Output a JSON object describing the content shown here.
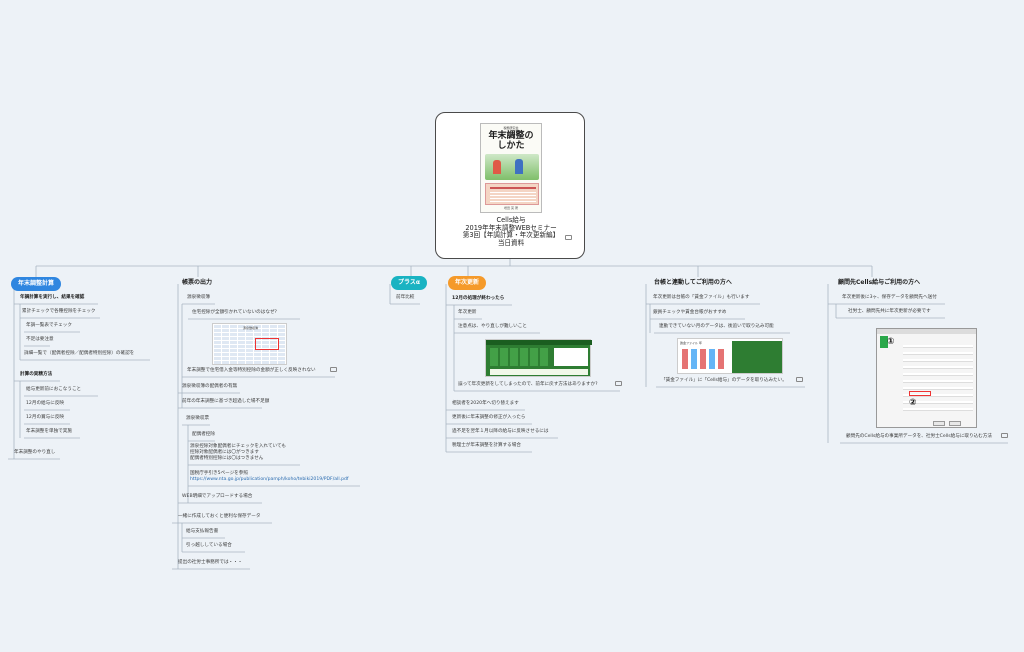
{
  "colors": {
    "blue": "#2f86e0",
    "teal": "#19b3c2",
    "orange": "#f59a2a",
    "line": "#a9b4c2",
    "background": "#edf2f7"
  },
  "root": {
    "book_publisher": "税務研究会",
    "book_title": "年末調整の\nしかた",
    "book_author": "増田 英 著",
    "title": "Cells給与\n2019年年末調整WEBセミナー\n第3回【年調計算・年次更新編】\n当日資料"
  },
  "branches": {
    "nenmatsu": {
      "label": "年末調整計算",
      "children": [
        "年調計算を実行し、結果を確認",
        "累計チェックで各種控除をチェック",
        "年調一覧表でチェック",
        "不足は要注意",
        "詳細一覧で（配偶者控除／配偶者特別控除）の確認を",
        "計算の実精方法",
        "給与更新前におこなうこと",
        "12月の給与に反映",
        "12月の賞与に反映",
        "年末調整を単独で実施",
        "年末調整のやり直し"
      ]
    },
    "chohyo": {
      "label": "帳票の出力",
      "children": [
        "源泉徴収簿",
        "住宅控除が全額引かれていないのはなぜ?",
        "年末調整で住宅借入金等特別控除の金額が正しく反映されない",
        "源泉徴収簿の配偶者の有無",
        "前年の年末調整に基づき超過した場不足額",
        "源泉徴収票",
        "配偶者控除",
        "源泉控除対象配偶者にチェックを入れていても",
        "控除対象配偶者には〇がつきます",
        "配偶者特別控除には〇はつきません",
        "国税庁手引き5ページを参照",
        "https://www.nta.go.jp/publication/pamph/koho/tebiki2019/PDF/all.pdf",
        "WEB明細でアップロードする場合",
        "一緒に作成しておくと便利な保存データ",
        "給与支払報告書",
        "引っ越ししている場合",
        "提出の社労士事務所では・・・"
      ]
    },
    "plus": {
      "label": "プラスα",
      "children": [
        "前年比較"
      ]
    },
    "nenji": {
      "label": "年次更新",
      "children": [
        "12月の処理が終わったら",
        "年次更新",
        "注意点は、やり直しが難しいこと",
        "誤って年次更新をしてしまったので、前年に戻す方法はありますか?",
        "相談者を2020年へ切り替えます",
        "更新後に年末調整の修正が入ったら",
        "過不足を翌年１月以降の給与に反映させるには",
        "税理士が年末調整を計算する場合"
      ]
    },
    "daicho": {
      "label": "台帳と連動してご利用の方へ",
      "children": [
        "年次更新は台帳の「賃金ファイル」も行います",
        "銀員チェックや賃金台帳がおすすめ",
        "連動できていない月のデータは、後追いで取り込み可能",
        "「賃金ファイル」に「Cells給与」のデータを取り込みたい。"
      ]
    },
    "komon": {
      "label": "顧問先Cells給与ご利用の方へ",
      "children": [
        "年次更新後に3ヶ、保存データを顧問先へ送付",
        "社労士、顧問先共に年次更新が必要です",
        "顧問先のCells給与の事業所データを、社労士Cells給与に取り込む方法"
      ]
    }
  },
  "dialog": {
    "marker_1": "①",
    "marker_2": "②"
  },
  "screens": {
    "chohyo_thumb_title": "源泉徴収簿",
    "daicho_thumb_title": "賃金ファイル 年"
  }
}
